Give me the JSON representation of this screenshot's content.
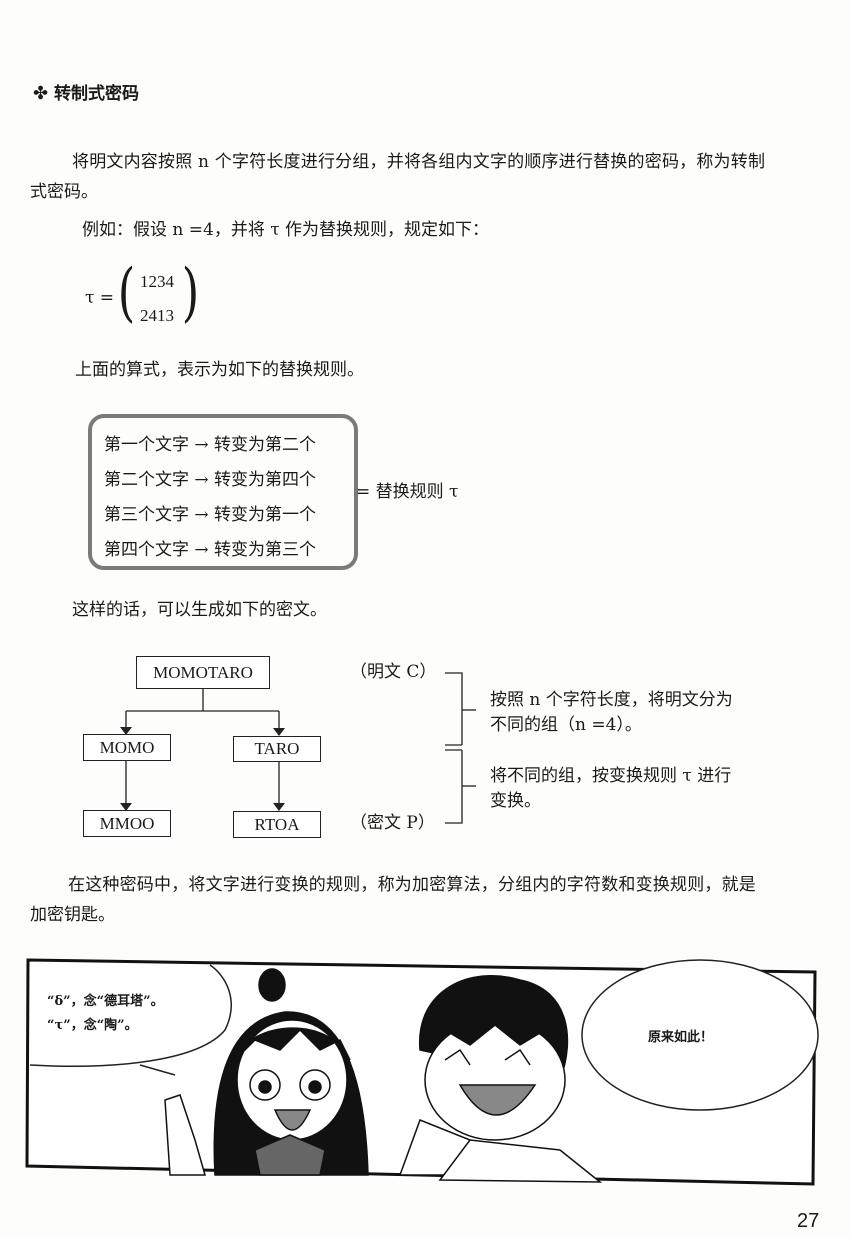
{
  "section": {
    "icon": "clover-icon",
    "title": "转制式密码"
  },
  "intro": {
    "line1": "将明文内容按照 n 个字符长度进行分组，并将各组内文字的顺序进行替换的密码，称为转制",
    "line2": "式密码。",
    "example": "例如：假设 n =4，并将 τ 作为替换规则，规定如下："
  },
  "formula": {
    "lhs": "τ =",
    "top": "1234",
    "bottom": "2413"
  },
  "rule_intro": "上面的算式，表示为如下的替换规则。",
  "rules": [
    "第一个文字 → 转变为第二个",
    "第二个文字 → 转变为第四个",
    "第三个文字 → 转变为第一个",
    "第四个文字 → 转变为第三个"
  ],
  "rules_label": "= 替换规则 τ",
  "cipher_intro": "这样的话，可以生成如下的密文。",
  "diagram": {
    "plaintext": "MOMOTARO",
    "groups": [
      "MOMO",
      "TARO"
    ],
    "ciphers": [
      "MMOO",
      "RTOA"
    ],
    "plain_label": "（明文 C）",
    "cipher_label": "（密文 P）",
    "step1": [
      "按照 n 个字符长度，将明文分为",
      "不同的组（n =4）。"
    ],
    "step2": [
      "将不同的组，按变换规则 τ 进行",
      "变换。"
    ]
  },
  "conclusion": {
    "line1": "在这种密码中，将文字进行变换的规则，称为加密算法，分组内的字符数和变换规则，就是",
    "line2": "加密钥匙。"
  },
  "comic": {
    "left_bubble": [
      "“δ”，念“德耳塔”。",
      "“τ”，念“陶”。"
    ],
    "right_bubble": "原来如此！"
  },
  "page_number": "27"
}
